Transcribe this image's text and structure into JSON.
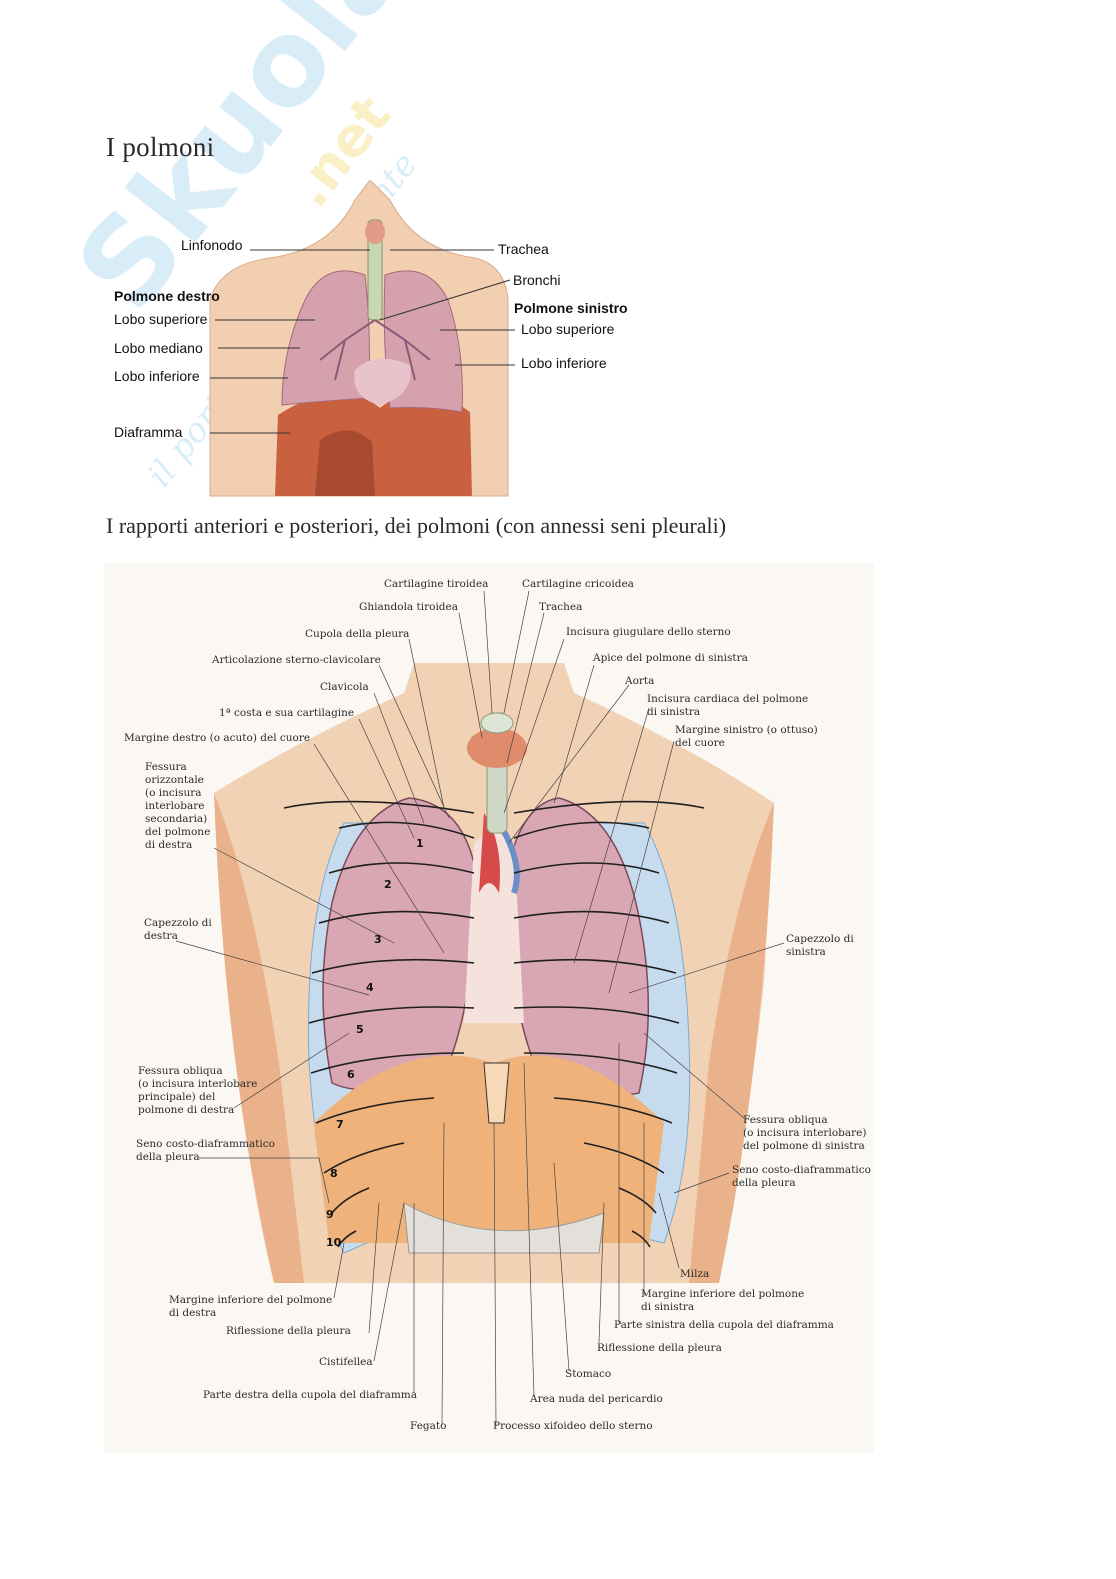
{
  "headings": {
    "title": "I polmoni",
    "subtitle": "I rapporti anteriori e posteriori, dei polmoni (con annessi seni pleurali)"
  },
  "watermark": {
    "word": "Skuola",
    "tld": ".net",
    "tagline": "il portale dello studente"
  },
  "figure1": {
    "labels_left": {
      "linfonodo": "Linfonodo",
      "polmone_destro": "Polmone destro",
      "lobo_superiore": "Lobo superiore",
      "lobo_mediano": "Lobo mediano",
      "lobo_inferiore": "Lobo inferiore",
      "diaframma": "Diaframma"
    },
    "labels_right": {
      "trachea": "Trachea",
      "bronchi": "Bronchi",
      "polmone_sinistro": "Polmone sinistro",
      "lobo_superiore": "Lobo superiore",
      "lobo_inferiore": "Lobo inferiore"
    }
  },
  "figure2": {
    "top_labels": {
      "cartilagine_tiroidea": "Cartilagine tiroidea",
      "cartilagine_cricoidea": "Cartilagine cricoidea",
      "ghiandola_tiroidea": "Ghiandola tiroidea",
      "trachea": "Trachea"
    },
    "left_labels": {
      "cupola_pleura": "Cupola della pleura",
      "articolazione": "Articolazione sterno-clavicolare",
      "clavicola": "Clavicola",
      "prima_costa": "1ª costa e sua cartilagine",
      "margine_destro": "Margine destro (o acuto) del cuore",
      "fessura_orizzontale": "Fessura\norizzontale\n(o incisura\ninterlobare\nsecondaria)\ndel polmone\ndi destra",
      "capezzolo_destra": "Capezzolo di\ndestra",
      "fessura_obliqua_destra": "Fessura obliqua\n(o incisura interlobare\nprincipale) del\npolmone di destra",
      "seno_destra": "Seno costo-diaframmatico\ndella pleura"
    },
    "right_labels": {
      "incisura_giugulare": "Incisura giugulare dello sterno",
      "apice": "Apice del polmone di sinistra",
      "aorta": "Aorta",
      "incisura_cardiaca": "Incisura cardiaca del polmone\ndi sinistra",
      "margine_sinistro": "Margine sinistro (o ottuso)\ndel cuore",
      "capezzolo_sinistra": "Capezzolo di\nsinistra",
      "fessura_obliqua_sinistra": "Fessura obliqua\n(o incisura interlobare)\ndel polmone di sinistra",
      "seno_sinistra": "Seno costo-diaframmatico\ndella pleura"
    },
    "bottom_labels": {
      "milza": "Milza",
      "margine_inf_sinistra": "Margine inferiore del polmone\ndi sinistra",
      "parte_sinistra_cupola": "Parte sinistra della cupola del diaframma",
      "riflessione_sinistra": "Riflessione della pleura",
      "stomaco": "Stomaco",
      "area_nuda": "Area nuda del pericardio",
      "processo_xifoideo": "Processo xifoideo dello sterno",
      "fegato": "Fegato",
      "parte_destra_cupola": "Parte destra della cupola del diaframma",
      "cistifellea": "Cistifellea",
      "riflessione_destra": "Riflessione della pleura",
      "margine_inf_destra": "Margine inferiore del polmone\ndi destra"
    },
    "rib_numbers": [
      "1",
      "2",
      "3",
      "4",
      "5",
      "6",
      "7",
      "8",
      "9",
      "10"
    ]
  },
  "colors": {
    "lung": "#c98a9a",
    "muscle": "#c9603f",
    "skin": "#f0c9a4",
    "pleura": "#a9cbe6",
    "thyroid": "#e18b6d"
  }
}
